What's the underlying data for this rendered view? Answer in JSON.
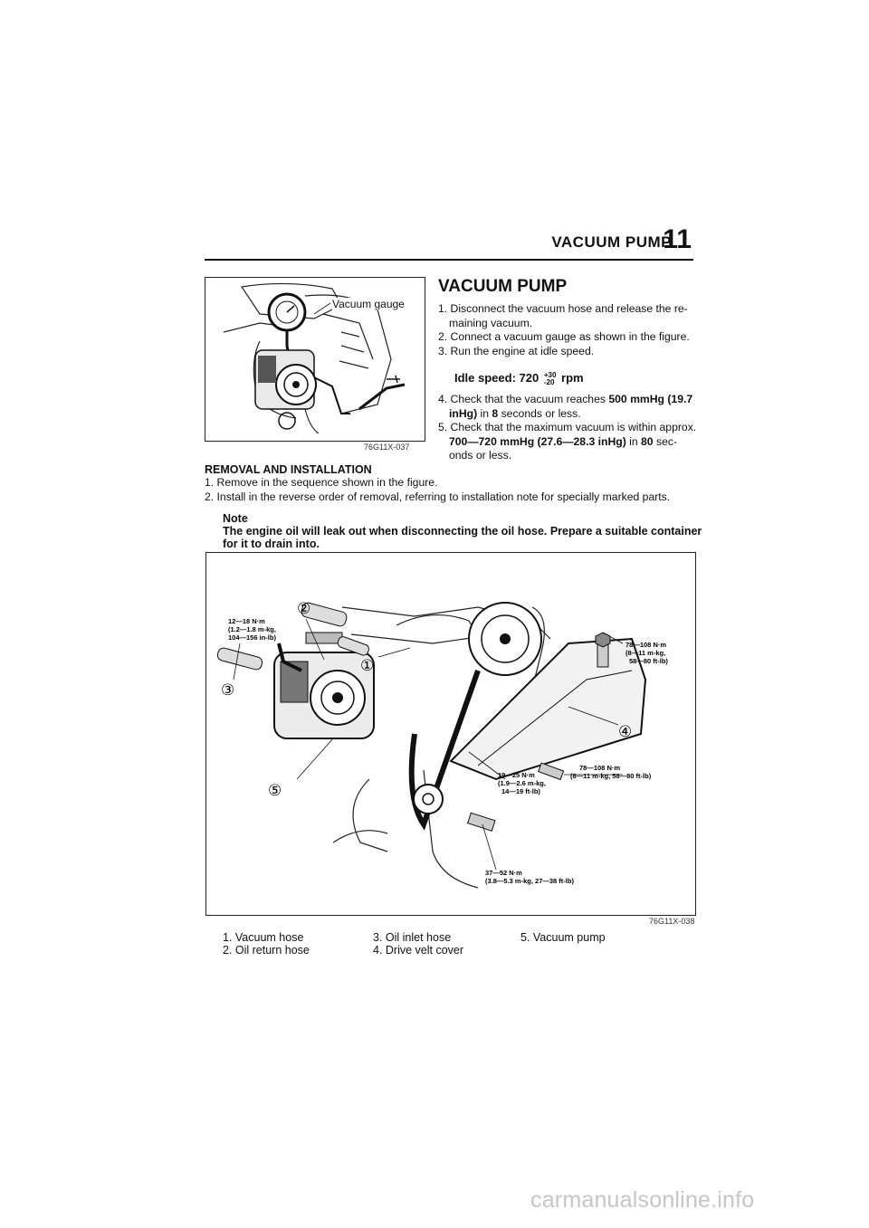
{
  "header": {
    "title": "VACUUM PUMP",
    "chapter": "11"
  },
  "figure1": {
    "label": "Vacuum gauge",
    "code": "76G11X-037"
  },
  "section": {
    "title": "VACUUM PUMP",
    "steps": [
      "1. Disconnect the vacuum hose and release the re-maining vacuum.",
      "2. Connect a vacuum gauge as shown in the figure.",
      "3. Run the engine at idle speed."
    ],
    "idle": {
      "label": "Idle speed: 720",
      "tol_plus": "+30",
      "tol_minus": "-20",
      "unit": "rpm"
    },
    "step4": {
      "a": "4. Check that the vacuum reaches ",
      "b": "500 mmHg (19.7 inHg)",
      "c": " in ",
      "d": "8",
      "e": " seconds or less."
    },
    "step5": {
      "a": "5. Check that the maximum vacuum is within approx. ",
      "b": "700—720 mmHg (27.6—28.3 inHg)",
      "c": " in ",
      "d": "80",
      "e": " sec-onds or less."
    }
  },
  "removal": {
    "title": "REMOVAL AND INSTALLATION",
    "steps": [
      "1. Remove in the sequence shown in the figure.",
      "2. Install in the reverse order of removal, referring to installation note for specially marked parts."
    ]
  },
  "note": {
    "title": "Note",
    "text": "The engine oil will leak out when disconnecting the oil hose. Prepare a suitable container for it to drain into."
  },
  "figure2": {
    "code": "76G11X-038",
    "callouts": [
      "①",
      "②",
      "③",
      "④",
      "⑤"
    ],
    "torques": {
      "t1": [
        "12—18 N·m",
        "(1.2—1.8 m-kg,",
        "104—156 in-lb)"
      ],
      "t2": [
        "78—108 N·m",
        "(8—11 m-kg,",
        "58—80 ft-lb)"
      ],
      "t3": [
        "19—25 N·m",
        "(1.9—2.6 m-kg,",
        "14—19 ft-lb)"
      ],
      "t4": [
        "78—108 N·m",
        "(8—11 m-kg, 58—80 ft-lb)"
      ],
      "t5": [
        "37—52 N·m",
        "(3.8—5.3 m-kg, 27—38 ft-lb)"
      ]
    }
  },
  "legend": {
    "col1": [
      "1. Vacuum hose",
      "2. Oil return hose"
    ],
    "col2": [
      "3. Oil inlet hose",
      "4. Drive velt cover"
    ],
    "col3": [
      "5. Vacuum pump"
    ]
  },
  "watermark": "carmanualsonline.info"
}
